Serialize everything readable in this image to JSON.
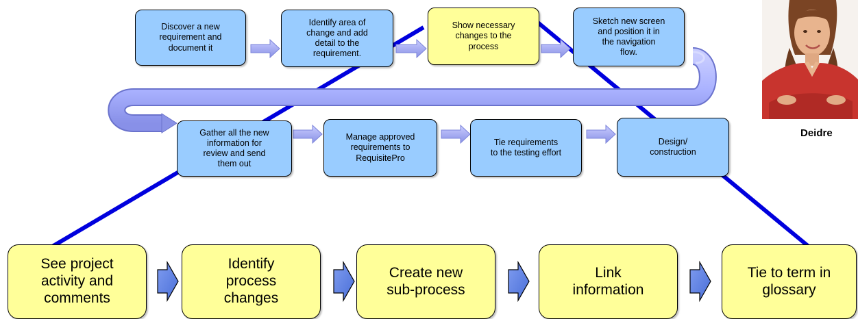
{
  "colors": {
    "top_box_fill": "#99ccff",
    "highlight_box_fill": "#ffff99",
    "bottom_box_fill": "#ffff99",
    "connector_line": "#0000dd",
    "flow_arrow_fill": "#aab2ff"
  },
  "top_row": [
    {
      "text": "Discover a new\nrequirement and\ndocument it"
    },
    {
      "text": "Identify area of\nchange and add\ndetail to the\nrequirement."
    },
    {
      "text": "Show necessary\nchanges to the\nprocess",
      "highlight": true
    },
    {
      "text": "Sketch new screen\nand position it in\nthe navigation\nflow."
    }
  ],
  "middle_row": [
    {
      "text": "Gather all the new\ninformation for\nreview and send\nthem out"
    },
    {
      "text": "Manage approved\nrequirements to\nRequisitePro"
    },
    {
      "text": "Tie  requirements\nto the testing effort"
    },
    {
      "text": "Design/\nconstruction"
    }
  ],
  "bottom_row": [
    {
      "text": "See project\nactivity and\ncomments"
    },
    {
      "text": "Identify\nprocess\nchanges"
    },
    {
      "text": "Create new\nsub-process"
    },
    {
      "text": "Link\ninformation"
    },
    {
      "text": "Tie to term in\nglossary"
    }
  ],
  "persona": {
    "name": "Deidre",
    "photo_icon": "person-photo"
  }
}
